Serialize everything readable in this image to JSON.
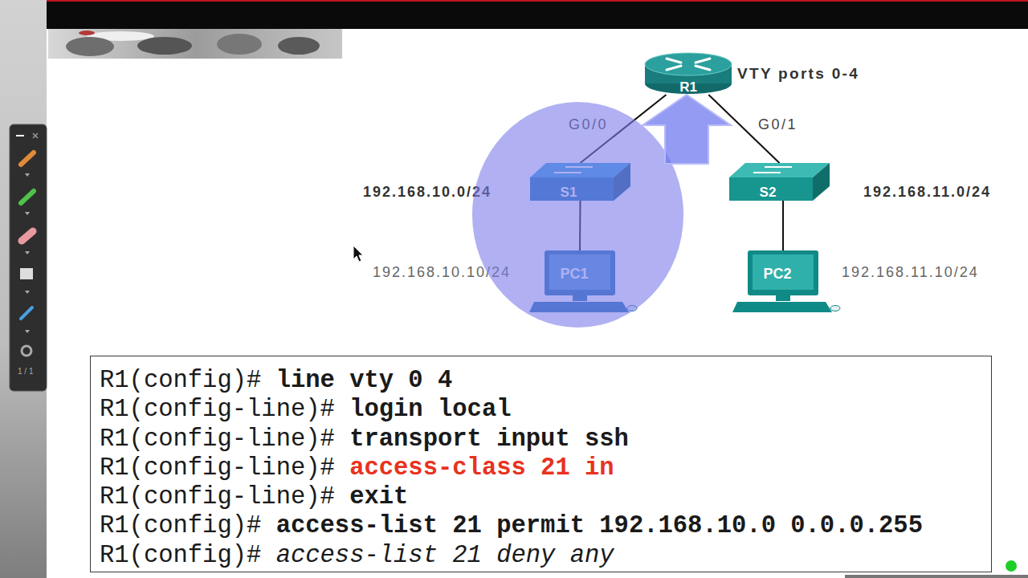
{
  "diagram": {
    "nodes": [
      {
        "text": [
          "R1"
        ]
      },
      {
        "text": [
          "S1"
        ]
      },
      {
        "text": [
          "S2"
        ]
      },
      {
        "text": [
          "PC1"
        ]
      },
      {
        "text": [
          "PC2"
        ]
      },
      {
        "text": [
          "R1(config)#",
          "line vty 0 4",
          "R1(config-line)#",
          "login local",
          "R1(config-line)#",
          "transport input ssh",
          "R1(config-line)#",
          "access-class 21 in",
          "R1(config-line)#",
          "exit",
          "R1(config)#",
          "access-list 21 permit 192.168.10.0 0.0.0.255",
          "R1(config)#",
          "access-list 21 deny any"
        ]
      }
    ],
    "edges": [
      {
        "from": 0,
        "to": 1,
        "label": "G0/0",
        "arrow": "none"
      },
      {
        "from": 0,
        "to": 2,
        "label": "G0/1",
        "arrow": "none"
      },
      {
        "from": 1,
        "to": 3,
        "arrow": "none"
      },
      {
        "from": 2,
        "to": 4,
        "arrow": "none"
      }
    ],
    "labels": [
      "VTY ports 0-4",
      "192.168.10.0/24",
      "192.168.11.0/24",
      "192.168.10.10/24",
      "192.168.11.10/24",
      "1 / 1"
    ]
  }
}
